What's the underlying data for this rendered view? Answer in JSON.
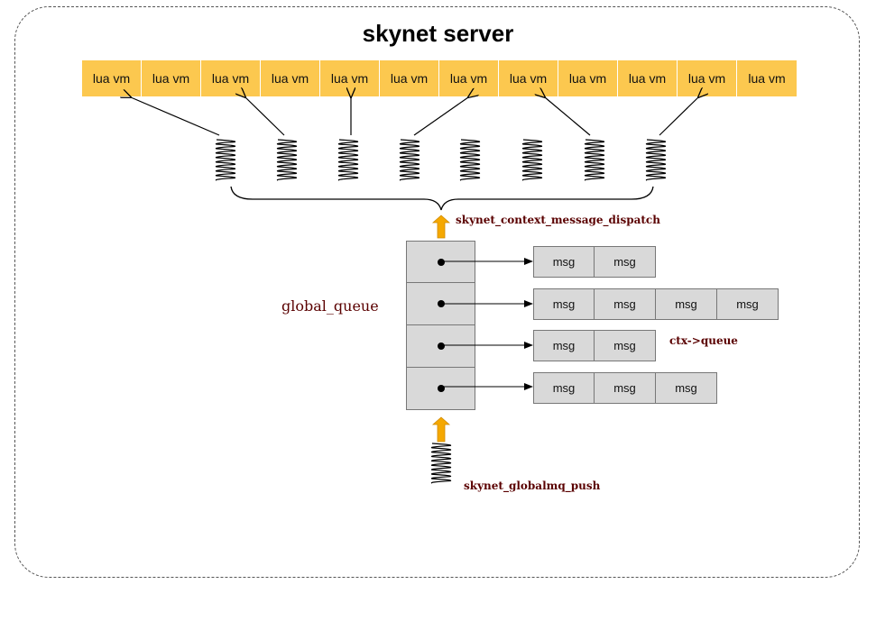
{
  "title": "skynet server",
  "lua_vms": [
    "lua vm",
    "lua vm",
    "lua vm",
    "lua vm",
    "lua vm",
    "lua vm",
    "lua vm",
    "lua vm",
    "lua vm",
    "lua vm",
    "lua vm",
    "lua vm"
  ],
  "labels": {
    "dispatch": "skynet_context_message_dispatch",
    "global_queue": "global_queue",
    "ctx_queue": "ctx->queue",
    "push": "skynet_globalmq_push"
  },
  "queues": [
    {
      "msgs": [
        "msg",
        "msg"
      ]
    },
    {
      "msgs": [
        "msg",
        "msg",
        "msg",
        "msg"
      ]
    },
    {
      "msgs": [
        "msg",
        "msg"
      ]
    },
    {
      "msgs": [
        "msg",
        "msg",
        "msg"
      ]
    }
  ],
  "colors": {
    "vm_fill": "#fcc84f",
    "queue_fill": "#d9d9d9",
    "arrow_up": "#f5a800",
    "label_text": "#5a0000"
  }
}
